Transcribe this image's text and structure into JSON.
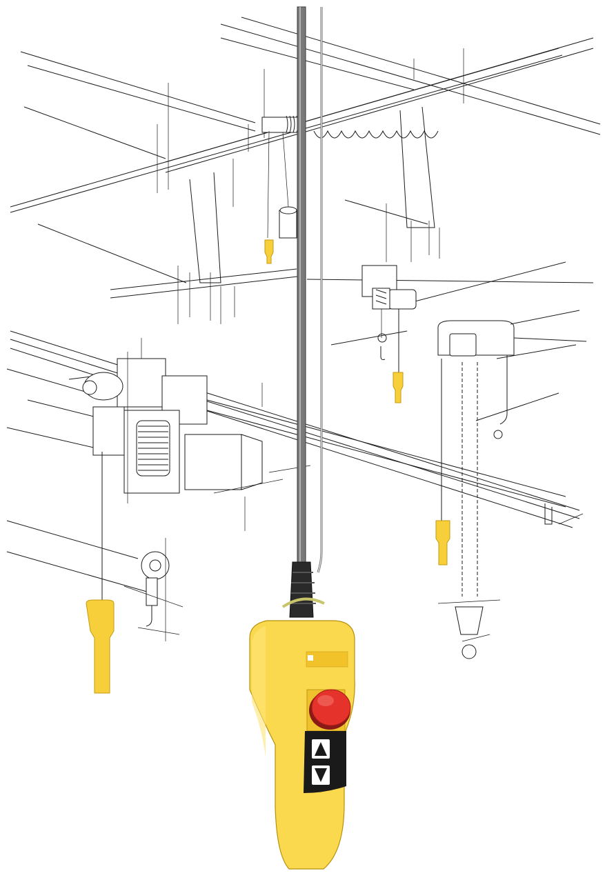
{
  "pendant": {
    "brand_text": "",
    "buttons": [
      {
        "name": "emergency-stop",
        "glyph": ""
      },
      {
        "name": "up",
        "glyph": "▲"
      },
      {
        "name": "down",
        "glyph": "▼"
      }
    ]
  },
  "colors": {
    "pendant_yellow": "#f7cf3a",
    "estop_red": "#e5322b",
    "cable_grey": "#7a7a7a",
    "button_black": "#1a1a1a"
  }
}
